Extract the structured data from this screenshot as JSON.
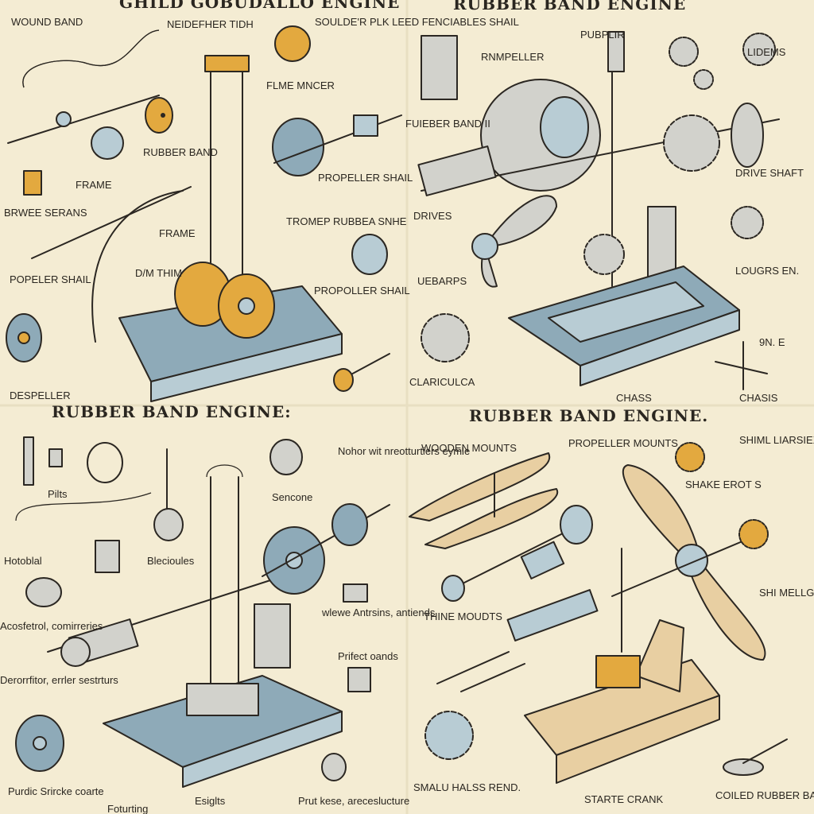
{
  "panels": [
    {
      "title": "GHILD GOBUDALLO ENGINE",
      "labels": [
        "WOUND BAND",
        "NEIDEFHER TIDH",
        "SOULDE'R PLK LEED FENCIABLES SHAIL",
        "FLME MNCER",
        "RUBBER BAND",
        "FRAME",
        "FRAME",
        "BRWEE SERANS",
        "PROPELLER SHAIL",
        "TROMEP RUBBEA SNHE",
        "POPELER SHAIL",
        "D/M THIM",
        "PROPOLLER SHAIL",
        "DESPELLER"
      ]
    },
    {
      "title": "RUBBER BAND ENGINE",
      "labels": [
        "PUBPLIR",
        "RNMPELLER",
        "LIDEMS",
        "FUIEBER BAND II",
        "DRIVE SHAFT",
        "DRIVES",
        "LOUGRS EN.",
        "UEBARPS",
        "9N. E",
        "CLARICULCA",
        "CHASS",
        "CHASIS"
      ]
    },
    {
      "title": "RUBBER BAND ENGINE:",
      "labels": [
        "Nohor wit nreotturtiers eymle",
        "Pilts",
        "Sencone",
        "Hotoblal",
        "Blecioules",
        "Acosfetrol, comirreries",
        "wlewe Antrsins, antiends",
        "Prifect oands",
        "Derorrfitor, errler sestrturs",
        "Purdic Srircke coarte",
        "Esiglts",
        "Prut kese, areceslucture",
        "Foturting"
      ]
    },
    {
      "title": "RUBBER BAND ENGINE.",
      "labels": [
        "WOODEN MOUNTS",
        "PROPELLER MOUNTS",
        "SHAKE EROT S",
        "SHIML LIARSIEXER DI BALLAS B LNIS.",
        "SHI MELLGL ALODS.",
        "THINE MOUDTS",
        "SMALU HALSS REND.",
        "STARTE CRANK",
        "COILED RUBBER BAND"
      ]
    }
  ],
  "colors": {
    "paper": "#f4ecd3",
    "ink": "#2b2722",
    "steel_blue": "#8eaab8",
    "brass": "#e3a93f",
    "wood": "#e8cfa2"
  },
  "icons": [
    "rubber-band-icon",
    "gear-icon",
    "propeller-icon",
    "wheel-icon",
    "frame-icon",
    "shaft-icon",
    "spool-icon",
    "crank-icon"
  ]
}
